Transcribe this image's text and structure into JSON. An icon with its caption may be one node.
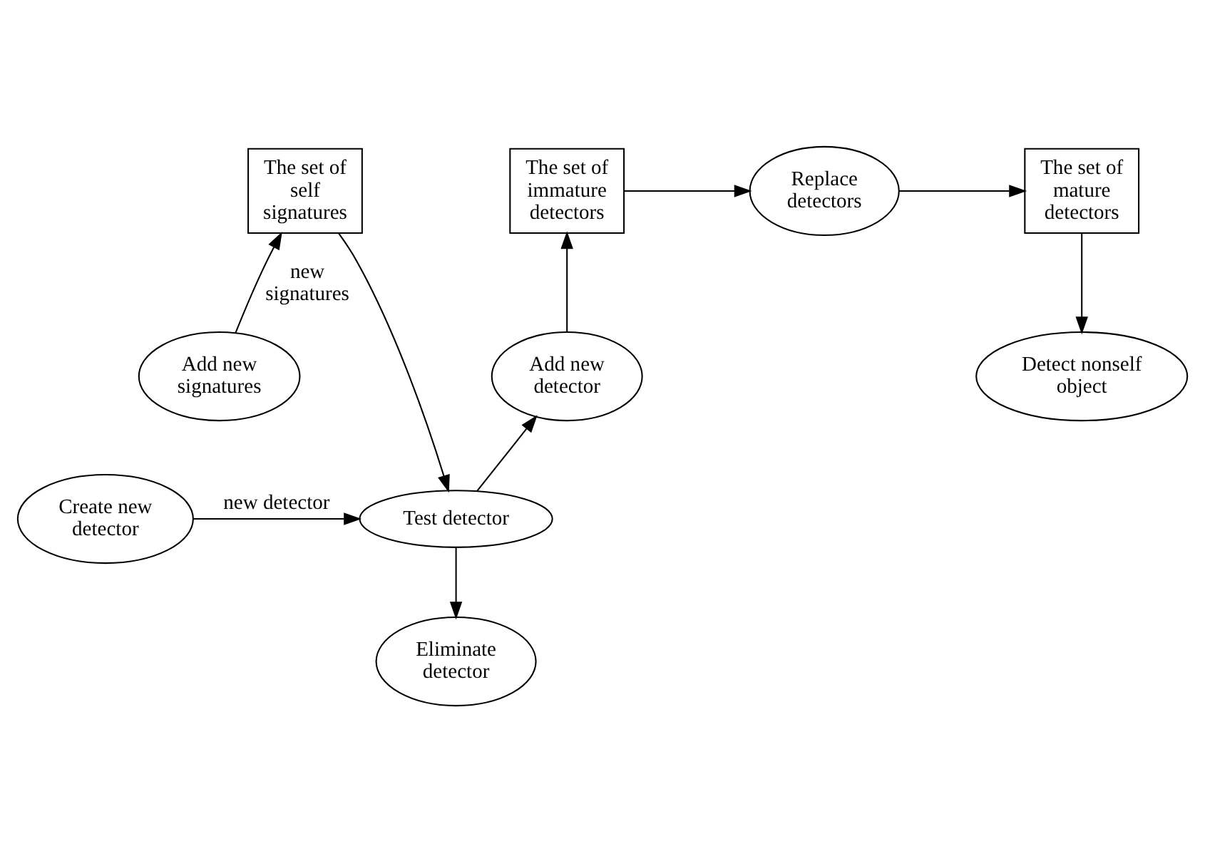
{
  "diagram": {
    "nodes": [
      {
        "text": [
          "The set of self signatures"
        ]
      },
      {
        "text": [
          "The set of immature detectors"
        ]
      },
      {
        "text": [
          "Replace detectors"
        ]
      },
      {
        "text": [
          "The set of mature detectors"
        ]
      },
      {
        "text": [
          "Add new detector"
        ]
      },
      {
        "text": [
          "Detect nonself object"
        ]
      },
      {
        "text": [
          "Add new signatures"
        ]
      },
      {
        "text": [
          "Test detector"
        ]
      },
      {
        "text": [
          "Create new detector"
        ]
      },
      {
        "text": [
          "Eliminate detector"
        ]
      }
    ],
    "edges": [
      {
        "from": 6,
        "to": 0,
        "arrow": "to",
        "label": "new signatures"
      },
      {
        "from": 0,
        "to": 7,
        "arrow": "to"
      },
      {
        "from": 4,
        "to": 1,
        "arrow": "to"
      },
      {
        "from": 1,
        "to": 2,
        "arrow": "to"
      },
      {
        "from": 2,
        "to": 3,
        "arrow": "to"
      },
      {
        "from": 3,
        "to": 5,
        "arrow": "to"
      },
      {
        "from": 7,
        "to": 4,
        "arrow": "to"
      },
      {
        "from": 8,
        "to": 7,
        "arrow": "to",
        "label": "new detector"
      },
      {
        "from": 7,
        "to": 9,
        "arrow": "to"
      }
    ]
  }
}
